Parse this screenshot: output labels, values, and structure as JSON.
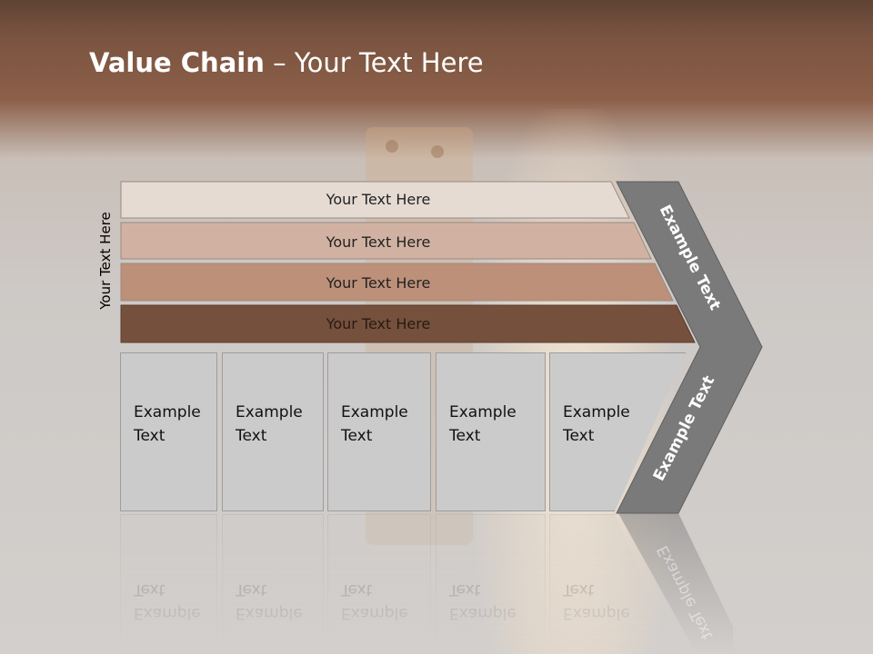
{
  "slide": {
    "title_bold": "Value Chain",
    "title_rest": " – Your Text Here",
    "side_label": "Your Text Here"
  },
  "bands": [
    {
      "label": "Your Text Here",
      "color": "#e6dbd3"
    },
    {
      "label": "Your Text Here",
      "color": "#d1b2a2"
    },
    {
      "label": "Your Text Here",
      "color": "#bd9079"
    },
    {
      "label": "Your Text Here",
      "color": "#74503d"
    }
  ],
  "boxes": [
    {
      "label": "Example\nText"
    },
    {
      "label": "Example\nText"
    },
    {
      "label": "Example\nText"
    },
    {
      "label": "Example\nText"
    },
    {
      "label": "Example\nText"
    }
  ],
  "chevron": {
    "top_label": "Example Text",
    "bottom_label": "Example Text",
    "color": "#7a7a7a"
  },
  "colors": {
    "title": "#ffffff",
    "band_text": "#222222",
    "chevron_text": "#ffffff"
  }
}
